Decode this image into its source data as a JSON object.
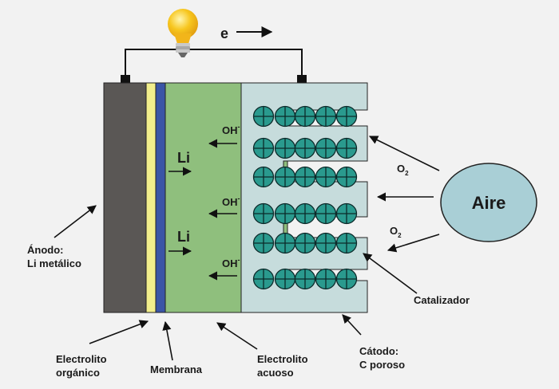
{
  "electron_label": "e",
  "ion_labels": [
    "Li",
    "Li"
  ],
  "hydroxide": {
    "base": "OH",
    "sup": "-"
  },
  "oxygen": {
    "base": "O",
    "sub": "2"
  },
  "air_label": "Aire",
  "labels": {
    "anode": [
      "Ánodo:",
      "Li metálico"
    ],
    "organic_electrolyte": [
      "Electrolito",
      "orgánico"
    ],
    "membrane": "Membrana",
    "aqueous_electrolyte": [
      "Electrolito",
      "acuoso"
    ],
    "cathode": [
      "Cátodo:",
      "C poroso"
    ],
    "catalyst": "Catalizador"
  },
  "colors": {
    "anode": "#5a5755",
    "organic_electrolyte": "#f2ee8c",
    "membrane": "#3a55a6",
    "aqueous_electrolyte": "#8fbf7d",
    "cathode": "#c6dcdc",
    "catalyst": "#2a9a8e",
    "air": "#a9cfd6",
    "bulb": "#f7c61e"
  },
  "icons": [
    "light-bulb-icon",
    "arrow-icon"
  ]
}
